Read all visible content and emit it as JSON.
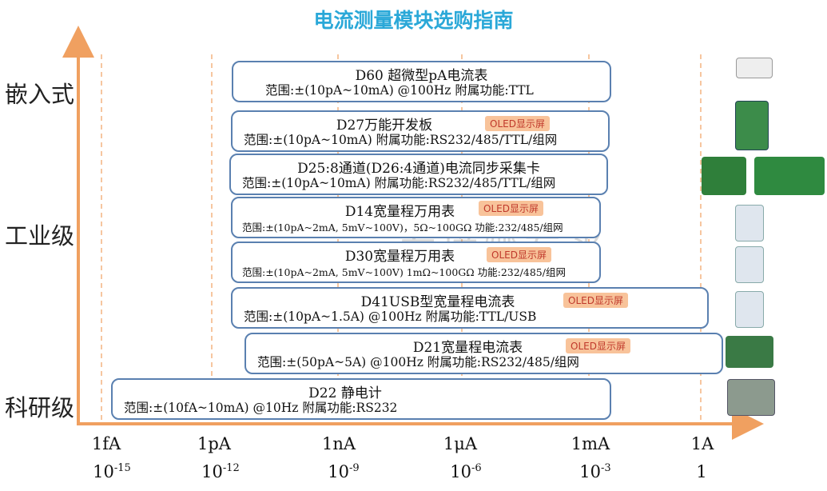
{
  "title": "电流测量模块选购指南",
  "y_levels": [
    "嵌入式",
    "工业级",
    "科研级"
  ],
  "x_ticks": [
    {
      "label": "1fA",
      "power": "10",
      "exp": "-15"
    },
    {
      "label": "1pA",
      "power": "10",
      "exp": "-12"
    },
    {
      "label": "1nA",
      "power": "10",
      "exp": "-9"
    },
    {
      "label": "1μA",
      "power": "10",
      "exp": "-6"
    },
    {
      "label": "1mA",
      "power": "10",
      "exp": "-3"
    },
    {
      "label": "1A",
      "power": "1",
      "exp": ""
    }
  ],
  "watermark": "安培娜专卖",
  "products": [
    {
      "name": "D60 超微型pA电流表",
      "spec": "范围:±(10pA~10mA) @100Hz   附属功能:TTL",
      "badge": ""
    },
    {
      "name": "D27万能开发板",
      "spec": "范围:±(10pA~10mA)   附属功能:RS232/485/TTL/组网",
      "badge": "OLED显示屏"
    },
    {
      "name": "D25:8通道(D26:4通道)电流同步采集卡",
      "spec": "范围:±(10pA~10mA)   附属功能:RS232/485/TTL/组网",
      "badge": ""
    },
    {
      "name": "D14宽量程万用表",
      "spec": "范围:±(10pA~2mA, 5mV~100V)，5Ω~100GΩ  功能:232/485/组网",
      "badge": "OLED显示屏"
    },
    {
      "name": "D30宽量程万用表",
      "spec": "范围:±(10pA~2mA, 5mV~100V)  1mΩ~100GΩ  功能:232/485/组网",
      "badge": "OLED显示屏"
    },
    {
      "name": "D41USB型宽量程电流表",
      "spec": "范围:±(10pA~1.5A) @100Hz     附属功能:TTL/USB",
      "badge": "OLED显示屏"
    },
    {
      "name": "D21宽量程电流表",
      "spec": "范围:±(50pA~5A) @100Hz     附属功能:RS232/485/组网",
      "badge": "OLED显示屏"
    },
    {
      "name": "D22 静电计",
      "spec": "范围:±(10fA~10mA) @10Hz     附属功能:RS232",
      "badge": ""
    }
  ],
  "colors": {
    "title": "#2aa8d8",
    "axis": "#f0a060",
    "box_border": "#5a80b0",
    "badge_bg": "#f8c39a",
    "badge_text": "#c0392b"
  }
}
